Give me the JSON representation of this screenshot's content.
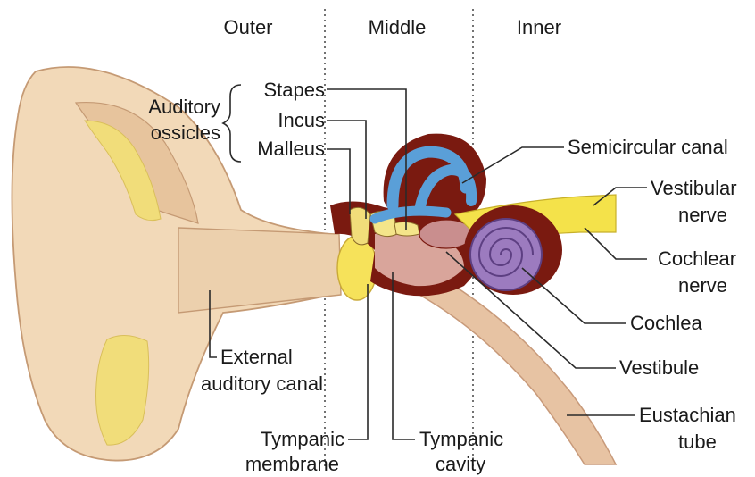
{
  "regions": {
    "outer": "Outer",
    "middle": "Middle",
    "inner": "Inner"
  },
  "ossicles_group": {
    "line1": "Auditory",
    "line2": "ossicles"
  },
  "labels": {
    "stapes": "Stapes",
    "incus": "Incus",
    "malleus": "Malleus",
    "semicircular_canal": "Semicircular canal",
    "vestibular_nerve_1": "Vestibular",
    "vestibular_nerve_2": "nerve",
    "cochlear_nerve_1": "Cochlear",
    "cochlear_nerve_2": "nerve",
    "cochlea": "Cochlea",
    "vestibule": "Vestibule",
    "eustachian_tube_1": "Eustachian",
    "eustachian_tube_2": "tube",
    "external_canal_1": "External",
    "external_canal_2": "auditory canal",
    "tympanic_membrane_1": "Tympanic",
    "tympanic_membrane_2": "membrane",
    "tympanic_cavity_1": "Tympanic",
    "tympanic_cavity_2": "cavity"
  },
  "colors": {
    "skin": "#f2d9b8",
    "skin_shadow": "#d9b48f",
    "cartilage": "#f1dd7a",
    "bone_dark": "#7a1a10",
    "canal_blue": "#5a9fd8",
    "cochlea_purple": "#9c7bbf",
    "nerve_yellow": "#f4e24a",
    "membrane_yellow": "#f6e25a",
    "tube": "#e9c5a6"
  }
}
